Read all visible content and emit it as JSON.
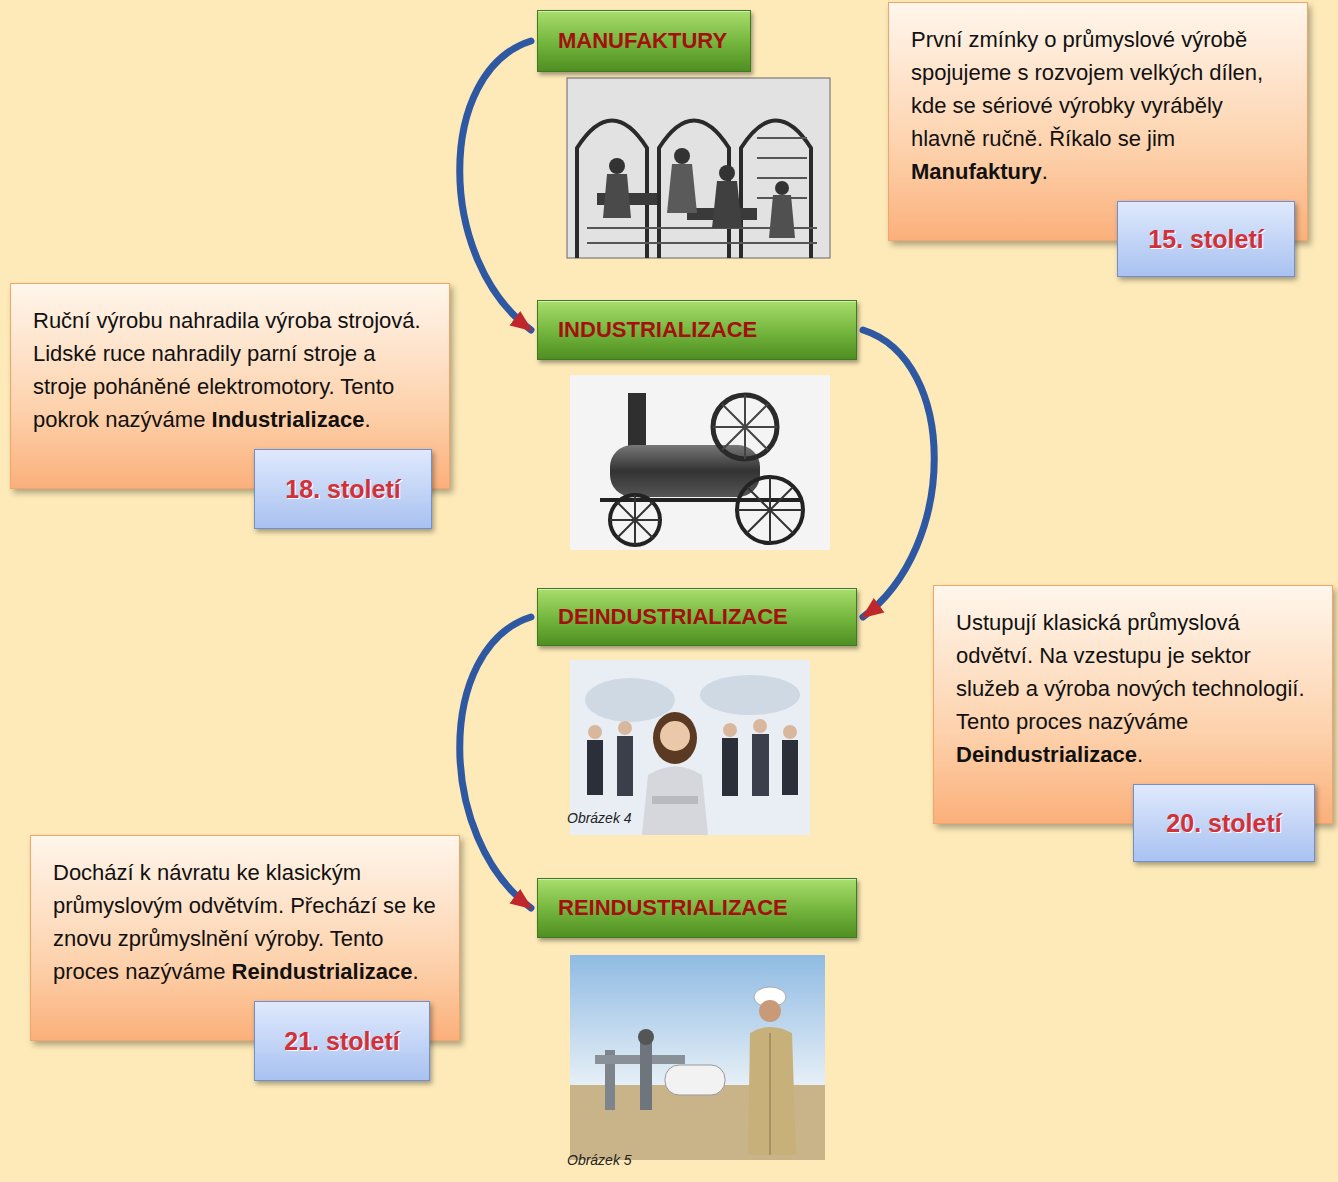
{
  "diagram": {
    "nodes": [
      {
        "text": [
          "MANUFAKTURY"
        ]
      },
      {
        "text": [
          "První zmínky o průmyslové výrobě spojujeme s rozvojem velkých dílen, kde se sériové výrobky vyráběly hlavně ručně. Říkalo se jim Manufaktury."
        ]
      },
      {
        "text": [
          "15. století"
        ]
      },
      {
        "text": [
          "Ruční výrobu nahradila výroba strojová. Lidské ruce nahradily parní stroje a stroje poháněné elektromotory. Tento pokrok nazýváme Industrializace."
        ]
      },
      {
        "text": [
          "INDUSTRIALIZACE"
        ]
      },
      {
        "text": [
          "18. století"
        ]
      },
      {
        "text": [
          "DEINDUSTRIALIZACE"
        ]
      },
      {
        "text": [
          "Ustupují klasická průmyslová odvětví. Na vzestupu je sektor služeb a výroba nových technologií. Tento proces nazýváme Deindustrializace."
        ]
      },
      {
        "text": [
          "20. století"
        ]
      },
      {
        "text": [
          "Dochází k návratu ke klasickým průmyslovým odvětvím. Přechází se ke znovu zprůmyslnění výroby. Tento proces nazýváme Reindustrializace."
        ]
      },
      {
        "text": [
          "REINDUSTRIALIZACE"
        ]
      },
      {
        "text": [
          "21. století"
        ]
      }
    ],
    "edges": [
      {
        "from": 0,
        "to": 4,
        "arrow": "to"
      },
      {
        "from": 4,
        "to": 6,
        "arrow": "to"
      },
      {
        "from": 6,
        "to": 10,
        "arrow": "to"
      }
    ],
    "labels": [
      "Obrázek 4",
      "Obrázek 5"
    ]
  }
}
